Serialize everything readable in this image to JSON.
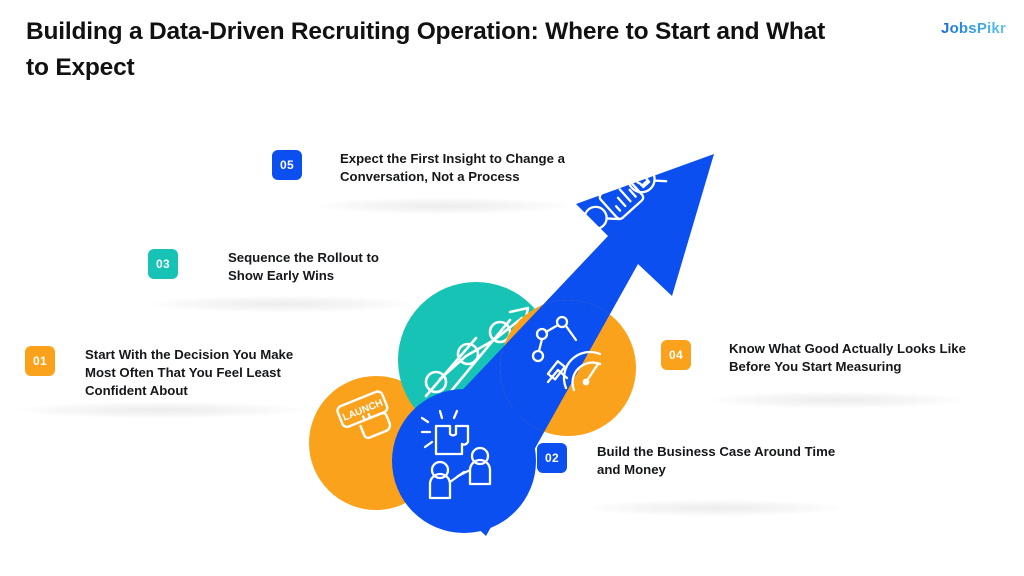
{
  "header": {
    "title": "Building a Data-Driven Recruiting Operation: Where to Start and What to Expect",
    "logo_text": "JobsPikr"
  },
  "colors": {
    "blue": "#0B4FF0",
    "orange": "#FAA21B",
    "teal": "#16C3B5",
    "text": "#15171a",
    "background": "#ffffff"
  },
  "steps": [
    {
      "number": "01",
      "text": "Start With the Decision You Make\nMost Often That You Feel Least\nConfident About",
      "badge_color": "#FAA21B",
      "icon": "launch-button-icon",
      "circle_color": "#FAA21B"
    },
    {
      "number": "02",
      "text": "Build the Business Case Around Time\nand Money",
      "badge_color": "#0B4FF0",
      "icon": "team-collaboration-icon",
      "circle_color": "#0B4FF0"
    },
    {
      "number": "03",
      "text": "Sequence the Rollout to\nShow Early Wins",
      "badge_color": "#16C3B5",
      "icon": "growth-trend-icon",
      "circle_color": "#16C3B5"
    },
    {
      "number": "04",
      "text": "Know What Good Actually Looks Like\nBefore You Start Measuring",
      "badge_color": "#FAA21B",
      "icon": "gauge-benchmark-icon",
      "circle_color": "#FAA21B"
    },
    {
      "number": "05",
      "text": "Expect the First Insight to Change a\nConversation, Not a Process",
      "badge_color": "#0B4FF0",
      "icon": "insight-magnifier-bulb-icon",
      "circle_color": "#0B4FF0"
    }
  ],
  "graphic": {
    "arrow_label": "upward-diagonal-arrow",
    "arrow_color": "#0B4FF0",
    "launch_badge_text": "LAUNCH"
  }
}
